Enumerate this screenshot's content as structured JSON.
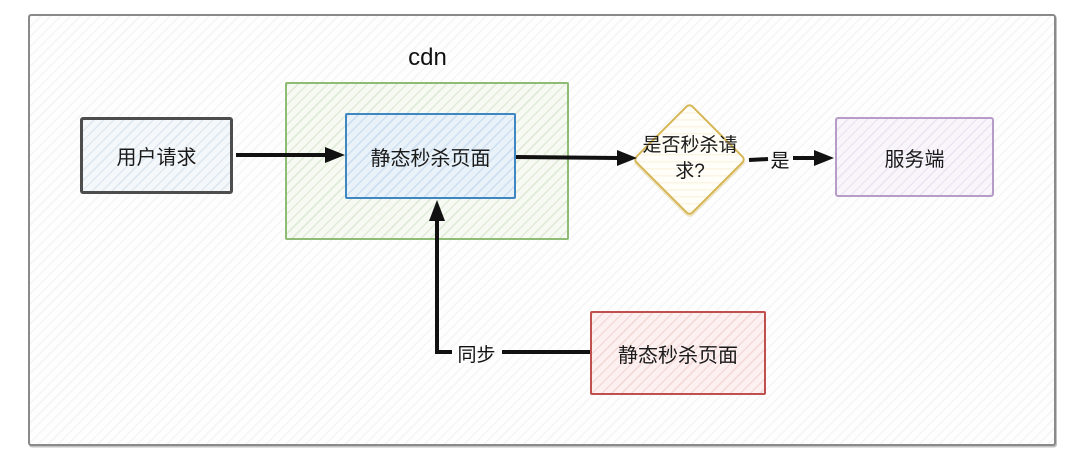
{
  "diagram": {
    "type": "flowchart",
    "group_cdn": {
      "label": "cdn",
      "border_color": "#8fbc75"
    },
    "nodes": [
      {
        "id": "user-request",
        "label": "用户请求",
        "shape": "rectangle",
        "border_color": "#4d4d4d"
      },
      {
        "id": "cdn-static-page",
        "label": "静态秒杀页面",
        "shape": "rectangle",
        "border_color": "#3e87c3"
      },
      {
        "id": "seckill-decision",
        "label": "是否秒杀请求?",
        "shape": "diamond",
        "border_color": "#d6b656"
      },
      {
        "id": "server",
        "label": "服务端",
        "shape": "rectangle",
        "border_color": "#b79bc9"
      },
      {
        "id": "origin-static-page",
        "label": "静态秒杀页面",
        "shape": "rectangle",
        "border_color": "#c0504d"
      }
    ],
    "edges": [
      {
        "from": "user-request",
        "to": "cdn-static-page",
        "label": ""
      },
      {
        "from": "cdn-static-page",
        "to": "seckill-decision",
        "label": ""
      },
      {
        "from": "seckill-decision",
        "to": "server",
        "label": "是"
      },
      {
        "from": "origin-static-page",
        "to": "cdn-static-page",
        "label": "同步"
      }
    ],
    "edge_labels": {
      "yes": "是",
      "sync": "同步"
    },
    "arrow_color": "#111111",
    "frame_color": "#8a8a8a"
  }
}
